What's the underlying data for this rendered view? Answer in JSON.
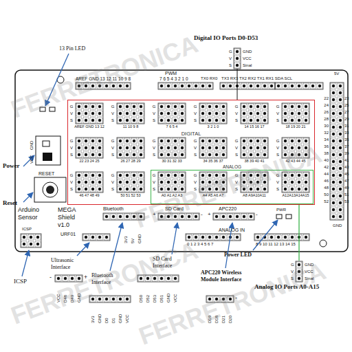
{
  "diagram": {
    "nodes": [
      {
        "text": [
          "DIGITAL"
        ]
      },
      {
        "text": [
          "ANALOG"
        ],
        "in": 0
      }
    ],
    "labels": [
      "FERRETRONICA",
      "FERRETRONICA",
      "FERRETRONICA",
      "FERRETRONICA",
      "13 Pin LED",
      "Digital IO Ports D0-D53",
      "Power",
      "Reset",
      "ICSP",
      "Ultrasonic Interface",
      "Bluetooth Interface",
      "SD Card Interface",
      "APC220 Wireless Module Interface",
      "Power LED",
      "Analog IO Ports A0-A15",
      "G",
      "V",
      "S",
      "GND",
      "VCC",
      "Sinal",
      "G",
      "V",
      "S",
      "GND",
      "VCC",
      "Sinal",
      "VCC",
      "D48",
      "D49",
      "GND",
      "-",
      "+",
      "3V3",
      "GND",
      "D0",
      "D1",
      "GND",
      "VCC",
      "D50",
      "D52",
      "D53",
      "D51",
      "GND",
      "VCC",
      "D19",
      "D18",
      "D21",
      "D20",
      "-",
      "Arduino",
      "MEGA",
      "Sensor",
      "Shield",
      "v1.0",
      "RESET",
      "GND",
      "VCC",
      "Bluetooth",
      "SD Card",
      "APC220",
      "PWR",
      "URF01",
      "3V3",
      "5V",
      "GND",
      "ANALOG IN",
      "ICSP",
      "PWM",
      "AREF GND 13 12 11 10 9 8",
      "7 6 5 4 3 2 1 0",
      "TX0 RX0",
      "TX3 RX3 TX2 RX2 TX1 RX1 SDA SCL",
      "22 24 26 28 30 32 34 36 38 40 42 44 46 48 50 52",
      "23 25 27 29 31 33 35 37 39 41 43 45 47 49 51 53",
      "GND",
      "5V",
      "0 1 2 3 4 5 6 7",
      "8 9 10 11 12 13 14 15",
      "+",
      "-",
      "+",
      "-",
      "AREF GND 13 12",
      "11 10 9 8",
      "7 6 5 4",
      "3 2 1 0",
      "14 15 16 17",
      "18 19 20 21",
      "22 23 24 25",
      "26 27 28 29",
      "30 31 32 33",
      "34 35 36 37",
      "38 39 40 41",
      "42 43 44 45",
      "46 47 48 49",
      "50 51 52 53",
      "A0 A1 A2 A3",
      "A4 A5 A6 A7",
      "A8 A9A10A11",
      "A12A13A14A15",
      "G V S",
      "G V S",
      "G V S",
      "G V S",
      "G V S",
      "G V S",
      "G V S",
      "G V S",
      "G V S",
      "G V S",
      "G V S",
      "G V S",
      "G V S",
      "G V S",
      "G V S",
      "G V S",
      "G V S",
      "G V S"
    ]
  }
}
